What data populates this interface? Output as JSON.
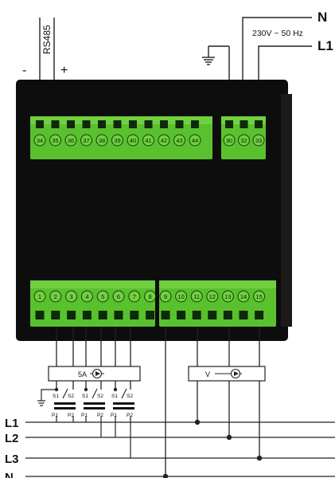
{
  "rs485": {
    "label": "RS485",
    "minus": "-",
    "plus": "+"
  },
  "supply": {
    "n_label": "N",
    "voltage": "230V ~ 50 Hz",
    "l1_label": "L1"
  },
  "top_terminals": {
    "left_numbers": [
      "34",
      "35",
      "36",
      "37",
      "38",
      "39",
      "40",
      "41",
      "42",
      "43",
      "44"
    ],
    "right_numbers": [
      "30",
      "32",
      "33"
    ]
  },
  "bottom_terminals": {
    "left_numbers": [
      "1",
      "2",
      "3",
      "4",
      "5",
      "6",
      "7",
      "8"
    ],
    "right_numbers": [
      "9",
      "10",
      "11",
      "12",
      "13",
      "14",
      "15"
    ]
  },
  "current_box": {
    "label": "5A"
  },
  "voltage_box": {
    "label": "V"
  },
  "ct": [
    {
      "s1": "S1",
      "s2": "S2",
      "p1": "P1",
      "p2": "P2"
    },
    {
      "s1": "S1",
      "s2": "S2",
      "p1": "P1",
      "p2": "P2"
    },
    {
      "s1": "S1",
      "s2": "S2",
      "p1": "P1",
      "p2": "P2"
    }
  ],
  "lines": [
    "L1",
    "L2",
    "L3",
    "N"
  ],
  "colors": {
    "terminal_green": "#5ac12e",
    "body_black": "#0d0d0d",
    "wire": "#222222"
  }
}
